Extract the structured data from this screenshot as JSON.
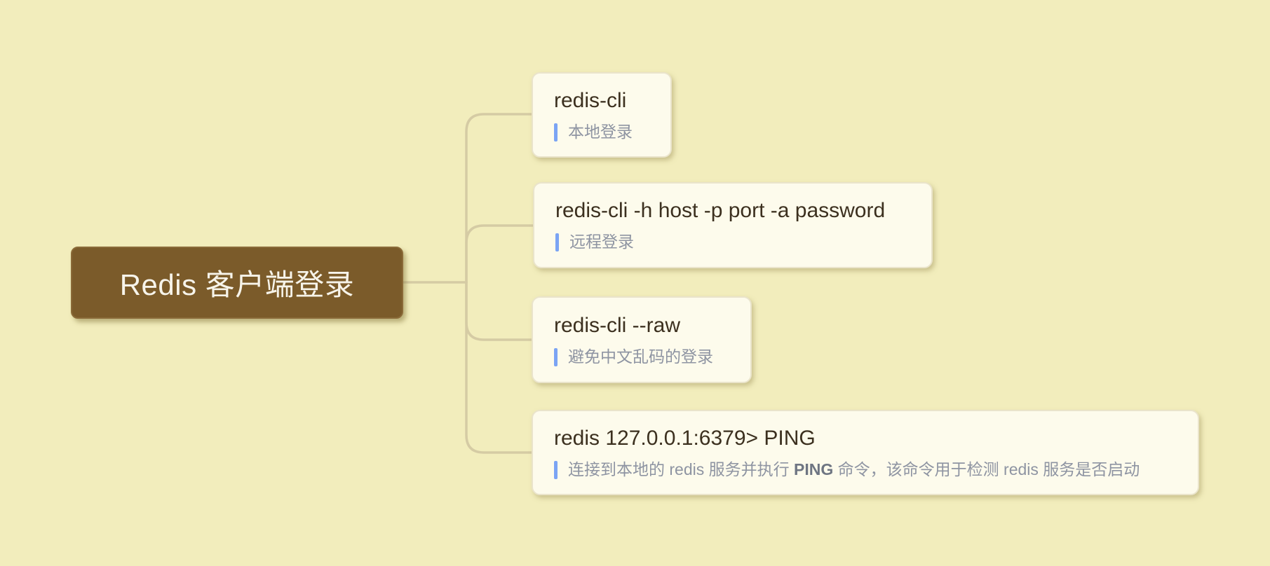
{
  "root": {
    "label": "Redis 客户端登录"
  },
  "children": [
    {
      "title": "redis-cli",
      "note": "本地登录"
    },
    {
      "title": "redis-cli -h host -p port -a password",
      "note": "远程登录"
    },
    {
      "title": "redis-cli --raw",
      "note": "避免中文乱码的登录"
    },
    {
      "title": "redis 127.0.0.1:6379> PING",
      "note_prefix": "连接到本地的 redis 服务并执行 ",
      "note_bold": "PING",
      "note_suffix": " 命令，该命令用于检测 redis 服务是否启动"
    }
  ],
  "colors": {
    "bg": "#f2edbc",
    "card-bg": "#fdfbec",
    "card-border": "#eae4cb",
    "root-bg": "#7b5b2a",
    "root-border": "#8a6a38",
    "root-text": "#f7f4ea",
    "line": "#d5cba4",
    "title": "#3c301f",
    "note": "#8e94a2",
    "note-bold": "#6e7582",
    "note-bar": "#7ba4f4"
  }
}
